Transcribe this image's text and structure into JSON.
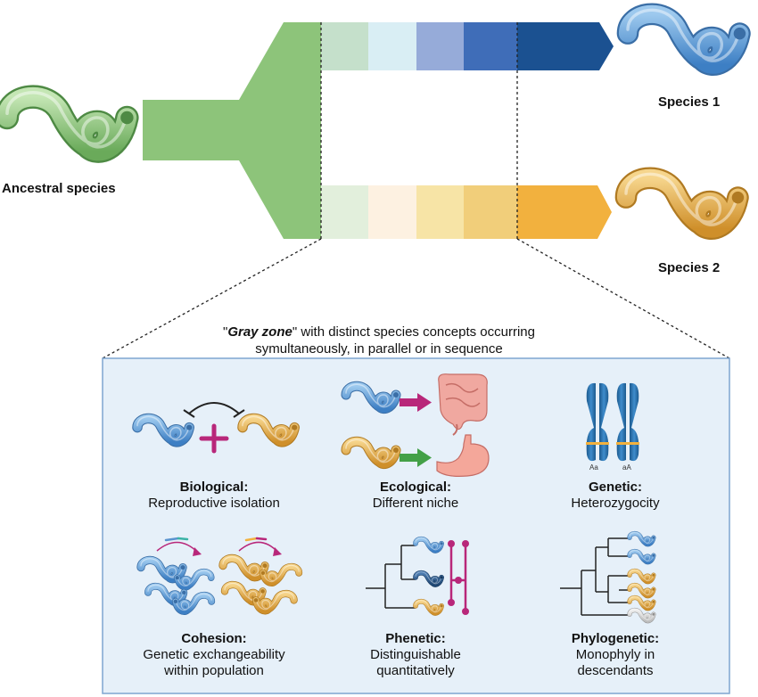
{
  "labels": {
    "ancestral": "Ancestral species",
    "species1": "Species 1",
    "species2": "Species 2"
  },
  "gray_zone": {
    "quote_open": "\"",
    "emphasis": "Gray zone",
    "quote_close": "\"",
    "line1_rest": " with distinct species concepts occurring",
    "line2": "symultaneously, in parallel or in sequence"
  },
  "concepts": [
    {
      "title": "Biological:",
      "desc": [
        "Reproductive isolation"
      ]
    },
    {
      "title": "Ecological:",
      "desc": [
        "Different niche"
      ]
    },
    {
      "title": "Genetic:",
      "desc": [
        "Heterozygocity"
      ]
    },
    {
      "title": "Cohesion:",
      "desc": [
        "Genetic exchangeability",
        "within population"
      ]
    },
    {
      "title": "Phenetic:",
      "desc": [
        "Distinguishable",
        "quantitatively"
      ]
    },
    {
      "title": "Phylogenetic:",
      "desc": [
        "Monophyly in",
        "descendants"
      ]
    }
  ],
  "alleles": [
    "Aa",
    "aA"
  ],
  "colors": {
    "ancestral": "#8dc47a",
    "species1": "#1f5a96",
    "species2": "#f2b13e",
    "box_fill": "#e6f0f9",
    "box_border": "#7ea6d1",
    "accent_magenta": "#b8277a",
    "accent_green": "#43a047"
  },
  "band1_colors": [
    "#c5e0cb",
    "#d9eef4",
    "#96abd9",
    "#3f6db8",
    "#1b5191"
  ],
  "band2_colors": [
    "#e2efdc",
    "#fdf1e1",
    "#f7e4a6",
    "#f1ce7a",
    "#f2b13e"
  ]
}
